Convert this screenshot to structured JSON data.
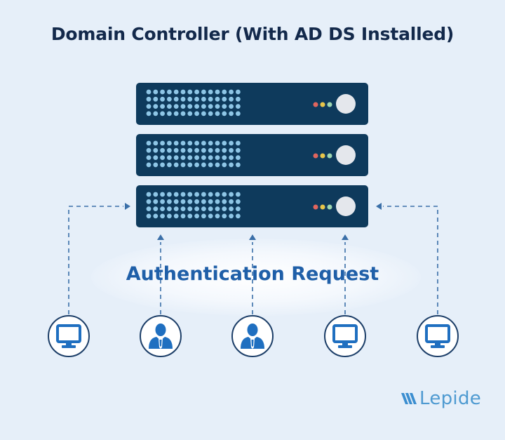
{
  "title": "Domain Controller (With AD DS Installed)",
  "center_label": "Authentication Request",
  "brand": {
    "name": "Lepide",
    "icon": "lepide-logo-icon"
  },
  "colors": {
    "background": "#e6eff9",
    "server": "#0e3a5c",
    "server_dots": "#8ec6e6",
    "led_red": "#e0655e",
    "led_yellow": "#e8c64a",
    "led_green": "#9ed6b0",
    "power_button": "#e4e7ec",
    "arrow": "#3a6fa8",
    "icon_blue": "#1f6fc0",
    "circle_stroke": "#1c3e68"
  },
  "servers": [
    {
      "name": "server-unit-1",
      "dot_rows": 4,
      "dot_cols": 14,
      "leds": [
        "red",
        "yellow",
        "green"
      ]
    },
    {
      "name": "server-unit-2",
      "dot_rows": 4,
      "dot_cols": 14,
      "leds": [
        "red",
        "yellow",
        "green"
      ]
    },
    {
      "name": "server-unit-3",
      "dot_rows": 4,
      "dot_cols": 14,
      "leds": [
        "red",
        "yellow",
        "green"
      ]
    }
  ],
  "clients": [
    {
      "type": "computer",
      "icon": "monitor-icon"
    },
    {
      "type": "user",
      "icon": "user-icon"
    },
    {
      "type": "user",
      "icon": "user-icon"
    },
    {
      "type": "computer",
      "icon": "monitor-icon"
    },
    {
      "type": "computer",
      "icon": "monitor-icon"
    }
  ]
}
